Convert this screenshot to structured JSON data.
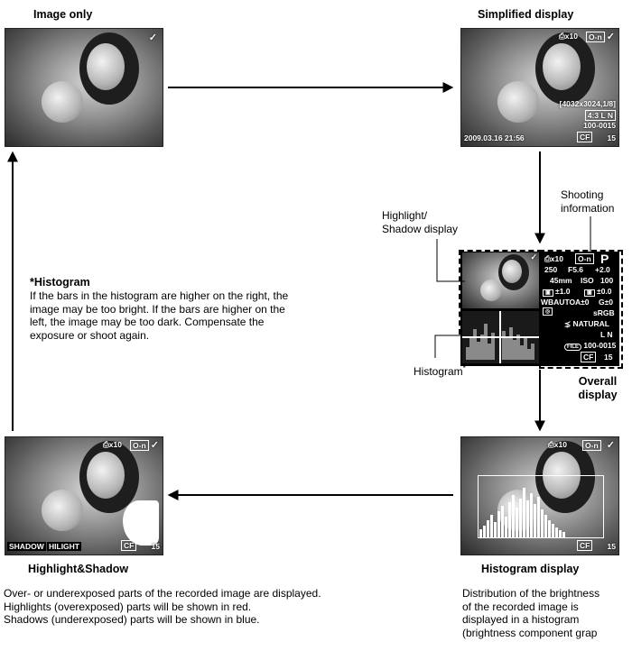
{
  "titles": {
    "image_only": "Image only",
    "simplified": "Simplified display",
    "overall": "Overall display",
    "highlight_shadow": "Highlight&Shadow",
    "histogram": "Histogram display"
  },
  "callouts": {
    "shooting_info": "Shooting information",
    "hs_display": "Highlight/\nShadow display",
    "histogram": "Histogram",
    "histogram_mark": "*"
  },
  "note": {
    "heading": "*Histogram",
    "body": "If the bars in the histogram are higher on the right, the image may be too bright. If the bars are higher on the left, the image may be too dark. Compensate the exposure or shoot again."
  },
  "captions": {
    "hs": "Over- or underexposed parts of the recorded image are displayed.\nHighlights (overexposed) parts will be shown in red.\nShadows (underexposed) parts will be shown in blue.",
    "hist": "Distribution of the brightness\nof the recorded image is\ndisplayed in a histogram\n(brightness component grap"
  },
  "simplified_overlay": {
    "print": "⎙x10",
    "protect": "O-n",
    "res": "[4032x3024,1/8]",
    "aspect": "4:3 L N",
    "file": "100-0015",
    "datetime": "2009.03.16  21:56",
    "card": "CF",
    "num": "15"
  },
  "overall_info": {
    "print": "⎙x10",
    "protect": "O-n",
    "mode": "P",
    "row1": [
      "250",
      "F5.6",
      "+2.0"
    ],
    "row2": [
      "45mm",
      "ISO",
      "100"
    ],
    "row3": [
      "±1.0",
      "±0.0"
    ],
    "row4": [
      "WBAUTO",
      "A±0",
      "G±0"
    ],
    "color": "sRGB",
    "picture": "NATURAL",
    "quality": "L N",
    "file": "100-0015",
    "card": "CF",
    "num": "15"
  },
  "hs_overlay": {
    "print": "⎙x10",
    "protect": "O-n",
    "shadow": "SHADOW",
    "hilight": "HILIGHT",
    "card": "CF",
    "num": "15"
  },
  "hist_overlay": {
    "print": "⎙x10",
    "protect": "O-n",
    "card": "CF",
    "num": "15"
  }
}
